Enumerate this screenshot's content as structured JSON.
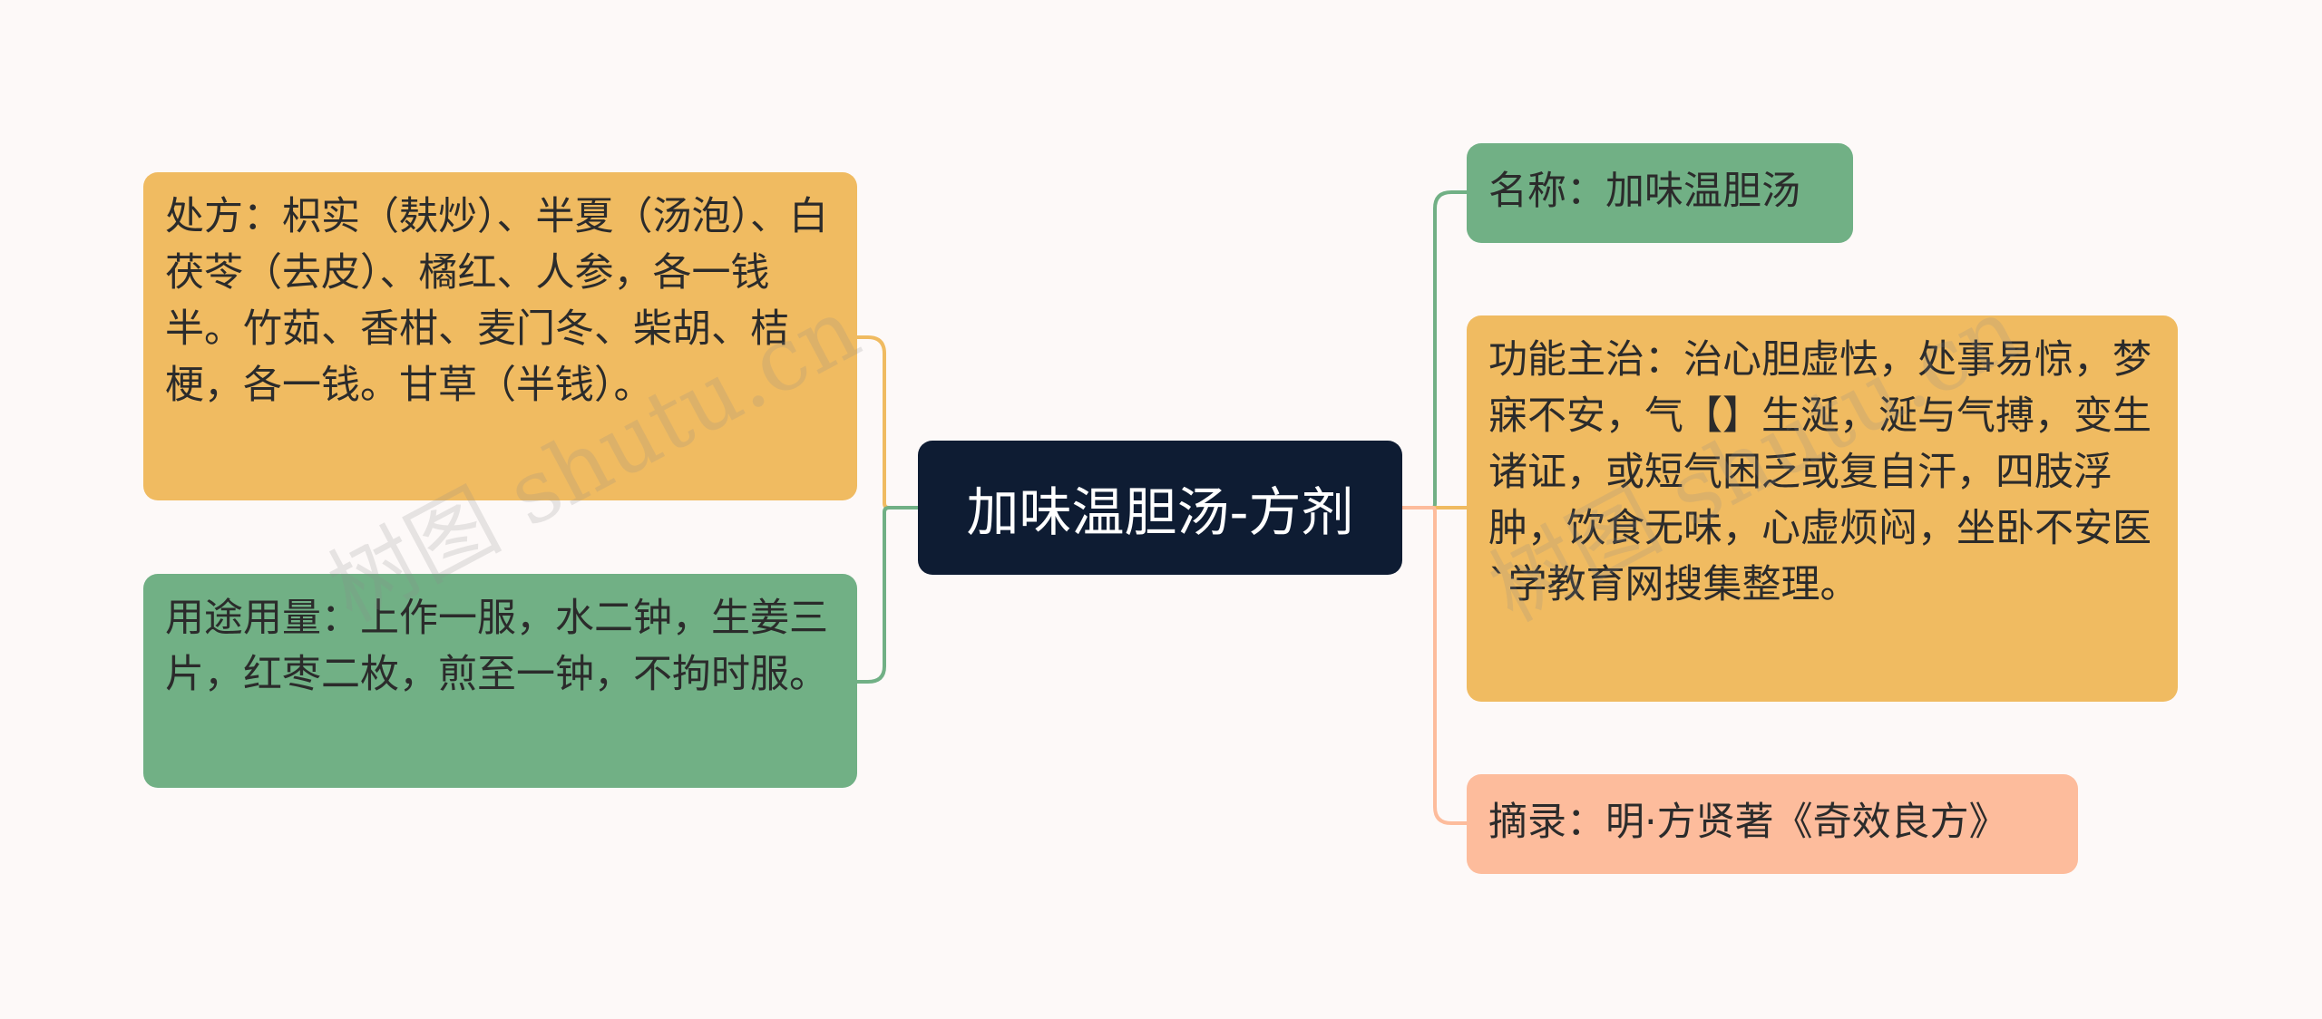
{
  "root": {
    "label": "加味温胆汤-方剂"
  },
  "left": [
    {
      "label": "处方：枳实（麸炒）、半夏（汤泡）、白茯苓（去皮）、橘红、人参，各一钱半。竹茹、香柑、麦门冬、柴胡、桔梗，各一钱。甘草（半钱）。",
      "color": "#f0bb61"
    },
    {
      "label": "用途用量：上作一服，水二钟，生姜三片，红枣二枚，煎至一钟，不拘时服。",
      "color": "#71b085"
    }
  ],
  "right": [
    {
      "label": "名称：加味温胆汤",
      "color": "#71b085"
    },
    {
      "label": "功能主治：治心胆虚怯，处事易惊，梦寐不安，气【】生涎，涎与气搏，变生诸证，或短气困乏或复自汗，四肢浮肿，饮食无味，心虚烦闷，坐卧不安医`学教育网搜集整理。",
      "color": "#f0bb61"
    },
    {
      "label": "摘录：明·方贤著《奇效良方》",
      "color": "#fdbc9c"
    }
  ],
  "watermark": "树图 shutu.cn"
}
